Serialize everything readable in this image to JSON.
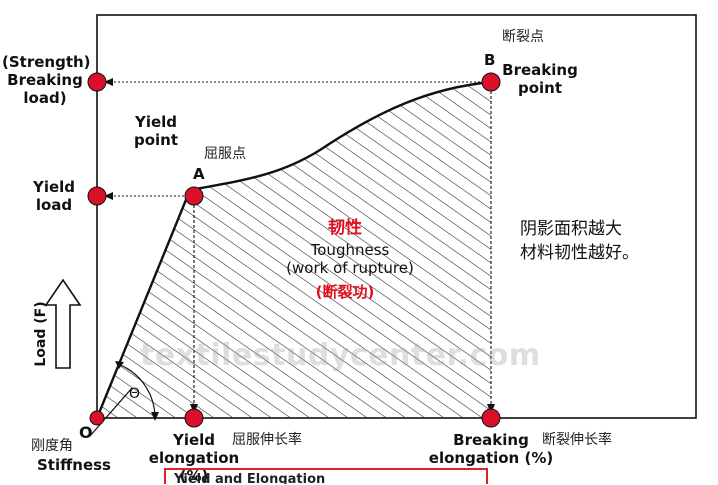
{
  "labels": {
    "strength_breaking_load": "(Strength)\nBreaking\nload)",
    "yield_load": "Yield\nload",
    "yield_point": "Yield\npoint",
    "yield_point_cn": "屈服点",
    "point_a": "A",
    "point_b": "B",
    "breaking_point_cn": "断裂点",
    "breaking_point": "Breaking\npoint",
    "toughness_cn": "韧性",
    "toughness": "Toughness\n(work of rupture)",
    "work_of_rupture_cn": "(断裂功)",
    "area_note_cn": "阴影面积越大\n材料韧性越好。",
    "load_axis": "Load (F)",
    "origin": "O",
    "theta": "Θ",
    "stiffness_cn": "刚度角",
    "stiffness": "Stiffness",
    "yield_elongation": "Yield\nelongation (%)",
    "yield_elongation_cn": "屈服伸长率",
    "breaking_elongation": "Breaking\nelongation (%)",
    "breaking_elongation_cn": "断裂伸长率",
    "watermark": "textilestudycenter.com",
    "caption_partial": "Yield and Elongation"
  },
  "colors": {
    "marker": "#d8102a",
    "accent_red": "#e0101c",
    "axis": "#111111"
  }
}
